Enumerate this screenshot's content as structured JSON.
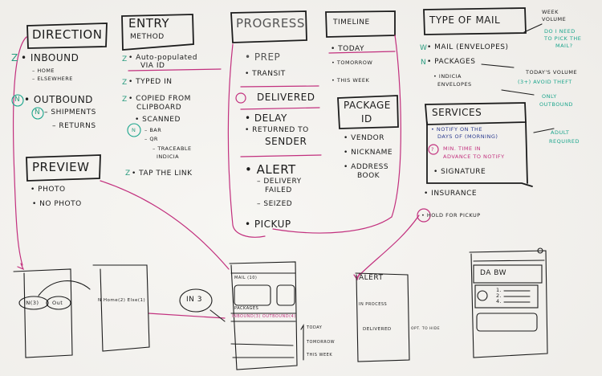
{
  "direction": {
    "title": "Direction",
    "markers": [
      "Z",
      "N",
      "N"
    ],
    "items": [
      "• Inbound",
      "– Home",
      "– Elsewhere",
      "• Outbound",
      "– Shipments",
      "– Returns"
    ]
  },
  "entry_method": {
    "title_line1": "Entry",
    "title_line2": "Method",
    "markers": [
      "Z",
      "Z",
      "Z",
      "N",
      "Z"
    ],
    "items": [
      "• Auto-populated",
      "via ID",
      "• Typed in",
      "• Copied from",
      "clipboard",
      "• Scanned",
      "– Bar",
      "– QR",
      "– Traceable",
      "indicia",
      "• Tap the link"
    ]
  },
  "preview": {
    "title": "Preview",
    "items": [
      "• Photo",
      "• No photo"
    ]
  },
  "progress": {
    "title": "Progress",
    "items": [
      "• Prep",
      "• Transit",
      "Delivered",
      "• Delay",
      "• Returned to",
      "sender",
      "• Alert",
      "– Delivery",
      "failed",
      "– Seized",
      "• Pickup"
    ]
  },
  "timeline": {
    "title": "Timeline",
    "items": [
      "• Today",
      "• Tomorrow",
      "• This week"
    ]
  },
  "package_id": {
    "title_line1": "Package",
    "title_line2": "ID",
    "items": [
      "• Vendor",
      "• Nickname",
      "• Address",
      "book"
    ]
  },
  "type_of_mail": {
    "title": "Type of mail",
    "markers": [
      "W",
      "N"
    ],
    "items": [
      "• Mail (envelopes)",
      "• Packages",
      "• Indicia",
      "envelopes"
    ]
  },
  "services": {
    "title": "Services",
    "items": [
      "• Notify on the",
      "days of (morning)",
      "?",
      "min. time in",
      "advance to notify",
      "• Signature",
      "• Insurance",
      "• Hold for pickup"
    ]
  },
  "notes": {
    "week_volume": [
      "Week",
      "volume"
    ],
    "pick_mail": [
      "Do I need",
      "to pick the",
      "mail?"
    ],
    "todays_volume": "Today's volume",
    "avoid_theft": "(3+) Avoid theft",
    "only_outbound": [
      "Only",
      "outbound"
    ],
    "adult_required": [
      "Adult",
      "required"
    ]
  },
  "sketches": {
    "screen1": {
      "in_label": "IN(3)",
      "out_label": "Out"
    },
    "screen2": {
      "row": "N  Home(2) Else(1)"
    },
    "in_badge": "IN 3",
    "screen3": {
      "mail_label": "Mail (10)",
      "packages_label": "Packages",
      "filter": "Inbound(3) Outbound(4)",
      "timeline": [
        "Today",
        "Tomorrow",
        "This week"
      ]
    },
    "screen4": {
      "rows": [
        "Alert",
        "In process",
        "Delivered"
      ],
      "note": "Opt. to hide"
    },
    "screen5": {
      "header": "DA BW",
      "list": [
        "1.",
        "2.",
        "4."
      ]
    }
  }
}
